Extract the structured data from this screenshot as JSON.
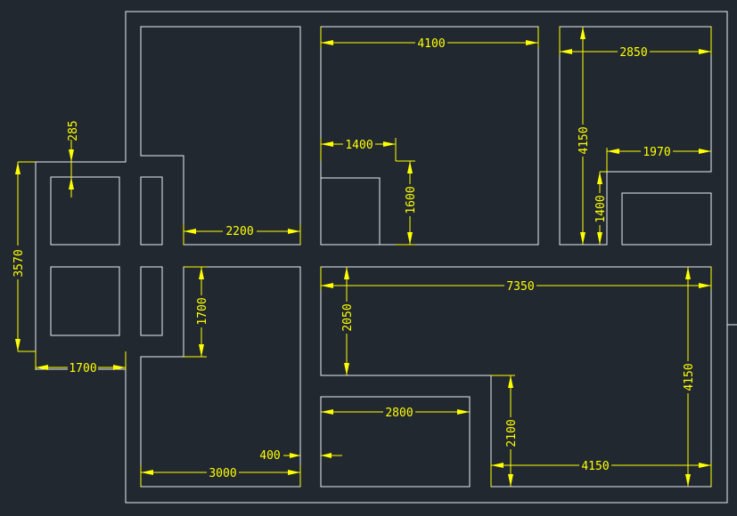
{
  "colors": {
    "background": "#212830",
    "walls": "#e9eef2",
    "dimensions": "#ffff00"
  },
  "dimensions": {
    "d_285": "285",
    "d_3570": "3570",
    "d_1700_bottom": "1700",
    "d_2200": "2200",
    "d_1700_vertical": "1700",
    "d_3000": "3000",
    "d_400": "400",
    "d_4100": "4100",
    "d_1400_horizontal": "1400",
    "d_1600": "1600",
    "d_2850": "2850",
    "d_4150_top": "4150",
    "d_1970": "1970",
    "d_1400_vertical": "1400",
    "d_7350": "7350",
    "d_2050": "2050",
    "d_4150_right": "4150",
    "d_2800": "2800",
    "d_2100": "2100",
    "d_4150_bottom": "4150"
  }
}
